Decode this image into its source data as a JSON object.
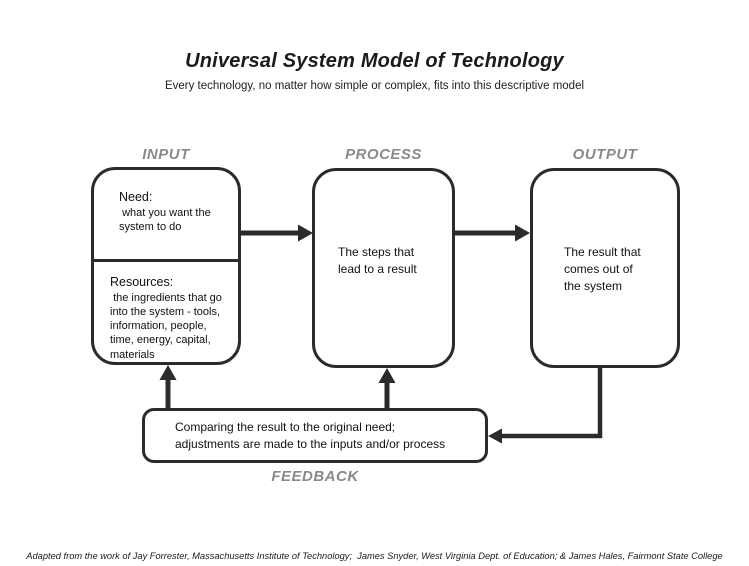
{
  "title": "Universal System Model of Technology",
  "subtitle": "Every technology, no matter how simple or complex, fits into this descriptive model",
  "colors": {
    "line": "#2b2b2b",
    "stage_label_gray": "#8a8a8a",
    "background": "#ffffff"
  },
  "stages": {
    "input_label": "INPUT",
    "process_label": "PROCESS",
    "output_label": "OUTPUT",
    "feedback_label": "FEEDBACK"
  },
  "boxes": {
    "input": {
      "need_title": "Need:",
      "need_body": " what you want the\nsystem to do",
      "resources_title": "Resources:",
      "resources_body": " the ingredients that go\ninto the system - tools,\ninformation, people,\ntime, energy, capital,\nmaterials"
    },
    "process": {
      "text": "The steps that\nlead to a result"
    },
    "output": {
      "text": "The result that\ncomes out of\nthe system"
    },
    "feedback": {
      "text": "Comparing the result to the original need;\nadjustments are made to the inputs and/or process"
    }
  },
  "footer": "Adapted from the work of Jay Forrester, Massachusetts Institute of Technology;  James Snyder, West Virginia Dept. of Education; & James Hales, Fairmont State College"
}
